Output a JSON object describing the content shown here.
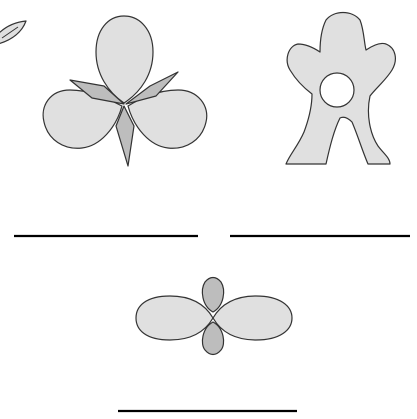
{
  "colors": {
    "shape_fill": "#e0e0e0",
    "shape_fill_dark": "#bdbdbd",
    "outline": "#333333",
    "answer_line": "#000000",
    "background": "#ffffff"
  },
  "figures": [
    {
      "name": "partial-leaf-shape",
      "visible": "partial"
    },
    {
      "name": "three-petal-flower-shape"
    },
    {
      "name": "five-lobed-shape-with-hole"
    },
    {
      "name": "two-petal-flower-shape"
    }
  ],
  "answer_blanks": [
    {
      "name": "answer-line-left",
      "value": ""
    },
    {
      "name": "answer-line-right",
      "value": ""
    },
    {
      "name": "answer-line-bottom",
      "value": ""
    }
  ]
}
